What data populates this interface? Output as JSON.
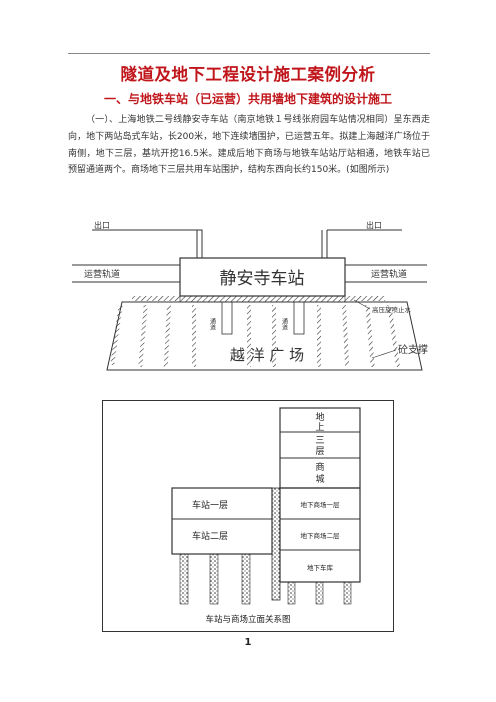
{
  "document": {
    "title": "隧道及地下工程设计施工案例分析",
    "section_heading": "一、与地铁车站（已运营）共用墙地下建筑的设计施工",
    "paragraph": "（一）、上海地铁二号线静安寺车站（南京地铁１号线张府园车站情况相同）呈东西走向，地下两站岛式车站，长200米，地下连续墙围护，已运营五年。拟建上海越洋广场位于南侧，地下三层，基坑开挖16.5米。建成后地下商场与地铁车站站厅站相通，地铁车站已预留通道两个。商场地下三层共用车站围护，结构东西向长约150米。(如图所示)",
    "page_number": "1"
  },
  "figure_plan": {
    "exit_left": "出口",
    "exit_right": "出口",
    "station_name": "静安寺车站",
    "track_left": "运营轨道",
    "track_right": "运营轨道",
    "passage_left": "通道",
    "passage_right": "通道",
    "plaza_name": "越 洋 广 场",
    "grout_label": "高压旋喷止水",
    "support_label": "砼支撑"
  },
  "figure_section": {
    "mall_above_line1": "地",
    "mall_above_line2": "上",
    "mall_above_line3": "三",
    "mall_above_line4": "层",
    "mall_above_line5": "商",
    "mall_above_line6": "城",
    "station_floor1": "车站一层",
    "station_floor2": "车站二层",
    "mall_b1": "地下商场一层",
    "mall_b2": "地下商场二层",
    "garage": "地下车库",
    "caption": "车站与商场立面关系图"
  }
}
